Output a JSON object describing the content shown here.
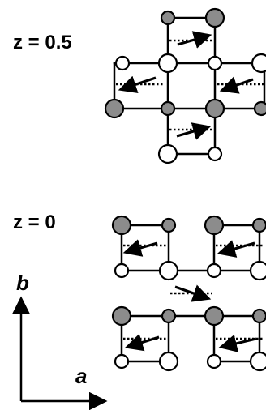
{
  "labels": {
    "layer_top": "z = 0.5",
    "layer_bottom": "z = 0",
    "axis_b": "b",
    "axis_a": "a"
  },
  "colors": {
    "filled_atom": "#8c8c8c",
    "open_atom": "#ffffff",
    "stroke": "#000000"
  }
}
